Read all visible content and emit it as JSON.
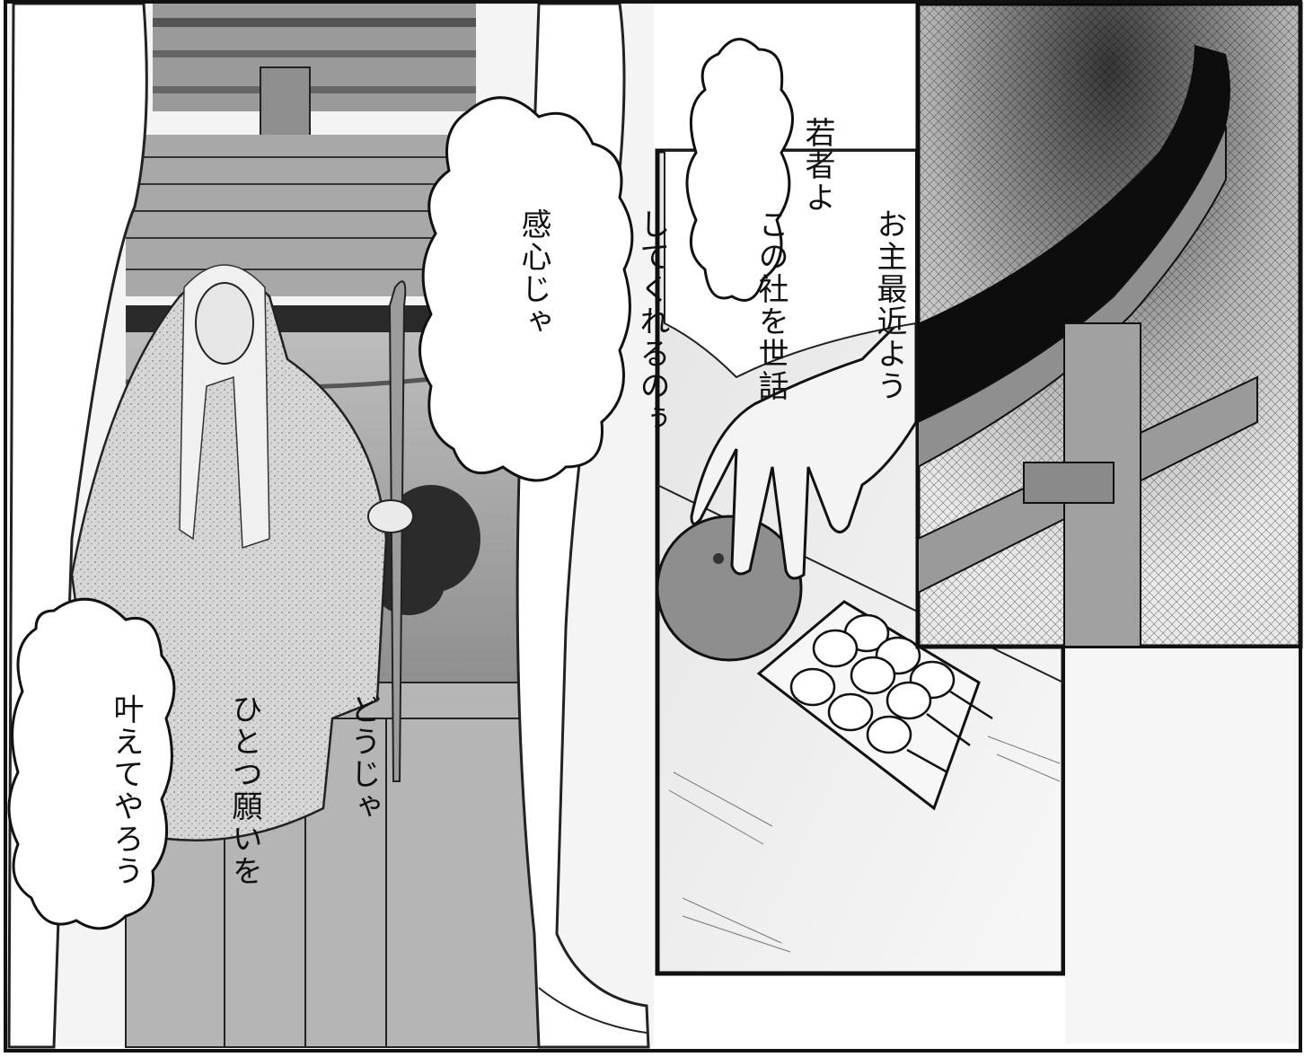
{
  "page": {
    "kind": "manga-page",
    "mode": "grayscale"
  },
  "panels": [
    {
      "id": "shrine-elder",
      "description_icon": "elder-with-staff-at-shrine"
    },
    {
      "id": "hand-offering",
      "description_icon": "hand-taking-orange-and-dango"
    },
    {
      "id": "torii-closeup",
      "description_icon": "torii-gate-beam"
    }
  ],
  "bubbles": {
    "young_one": {
      "lines": [
        "若者よ"
      ]
    },
    "praise": {
      "lines": [
        "お主最近よう",
        "この社を世話",
        "してくれるのぅ",
        "感心じゃ"
      ]
    },
    "wish": {
      "lines": [
        "どうじゃ",
        "ひとつ願いを",
        "叶えてやろう"
      ]
    }
  },
  "colors": {
    "ink": "#111111",
    "paper": "#ffffff",
    "tone_light": "#d9d9d9",
    "tone_mid": "#a6a6a6",
    "tone_dark": "#555555"
  }
}
